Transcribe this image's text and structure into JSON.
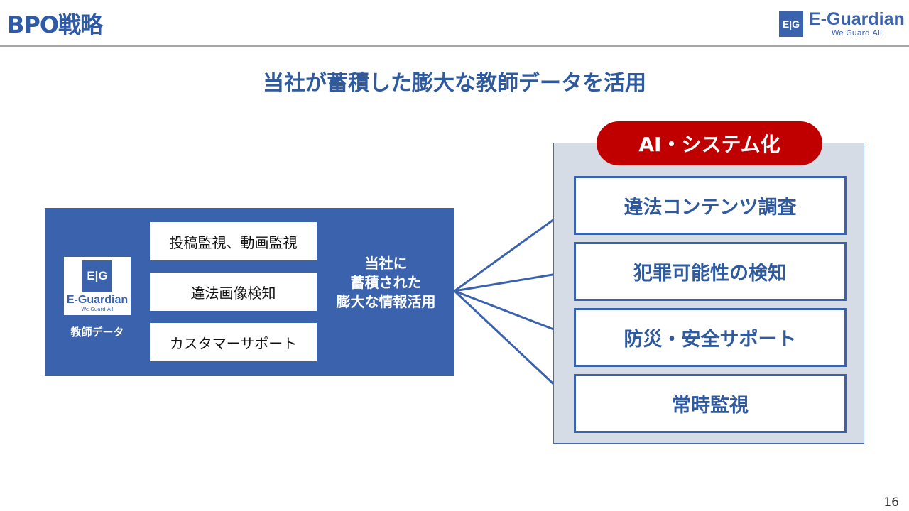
{
  "header": {
    "title": "BPO戦略",
    "logo_mark": "E|G",
    "logo_name": "E-Guardian",
    "logo_tagline": "We Guard All"
  },
  "subtitle": "当社が蓄積した膨大な教師データを活用",
  "left": {
    "logo_mark": "E|G",
    "logo_name": "E-Guardian",
    "logo_tagline": "We Guard All",
    "caption": "教師データ",
    "services": [
      "投稿監視、動画監視",
      "違法画像検知",
      "カスタマーサポート"
    ],
    "info_lines": [
      "当社に",
      "蓄積された",
      "膨大な情報活用"
    ]
  },
  "right": {
    "badge": "AI・システム化",
    "items": [
      "違法コンテンツ調査",
      "犯罪可能性の検知",
      "防災・安全サポート",
      "常時監視"
    ]
  },
  "page_number": "16",
  "colors": {
    "brand_blue": "#3a62ad",
    "red": "#c00000",
    "panel": "#d6dce5"
  }
}
